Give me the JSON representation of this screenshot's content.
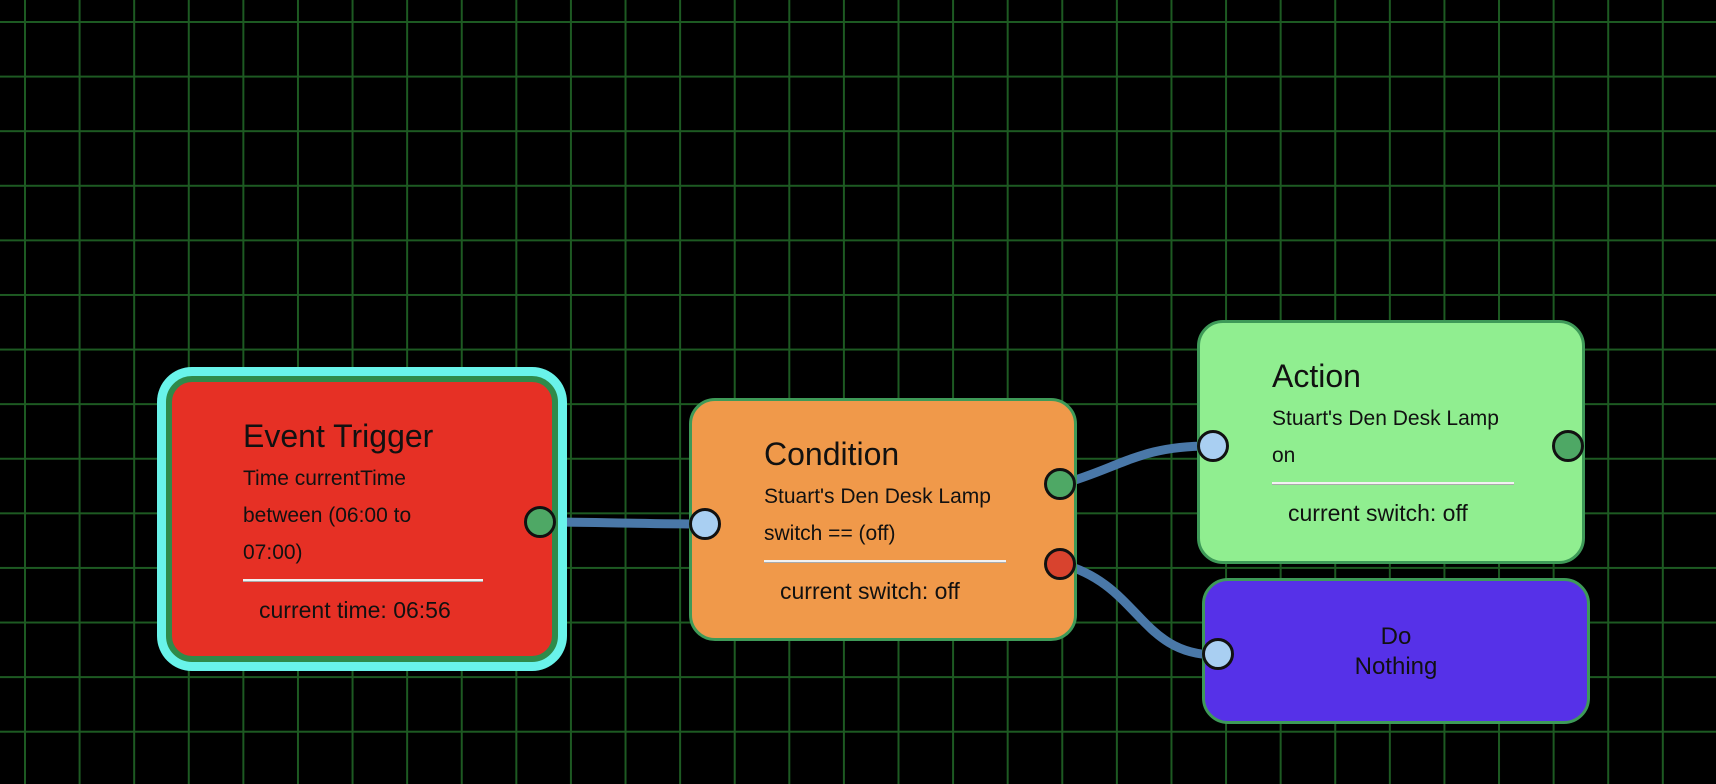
{
  "colors": {
    "background": "#000000",
    "grid_line": "#1d5a22",
    "wire": "#4a78a8",
    "selection_glow": "#69f3ea",
    "node_border": "#3e9a58",
    "port_input": "#a9cff2",
    "port_output_true": "#4ea865",
    "port_output_false": "#d8432e"
  },
  "nodes": {
    "event_trigger": {
      "title": "Event Trigger",
      "desc_line1": "Time currentTime",
      "desc_line2": "between (06:00 to",
      "desc_line3": "07:00)",
      "status": "current time: 06:56",
      "color": "#e63025",
      "selected": true
    },
    "condition": {
      "title": "Condition",
      "desc_line1": "Stuart's Den Desk Lamp",
      "desc_line2": "switch == (off)",
      "status": "current switch: off",
      "color": "#f0994a"
    },
    "action": {
      "title": "Action",
      "desc_line1": "Stuart's Den Desk Lamp",
      "desc_line2": "on",
      "status": "current switch: off",
      "color": "#90ee90"
    },
    "do_nothing": {
      "line1": "Do",
      "line2": "Nothing",
      "color": "#5631e8"
    }
  },
  "connections": [
    {
      "from": "event_trigger.out",
      "to": "condition.in"
    },
    {
      "from": "condition.out_true",
      "to": "action.in"
    },
    {
      "from": "condition.out_false",
      "to": "do_nothing.in"
    }
  ]
}
